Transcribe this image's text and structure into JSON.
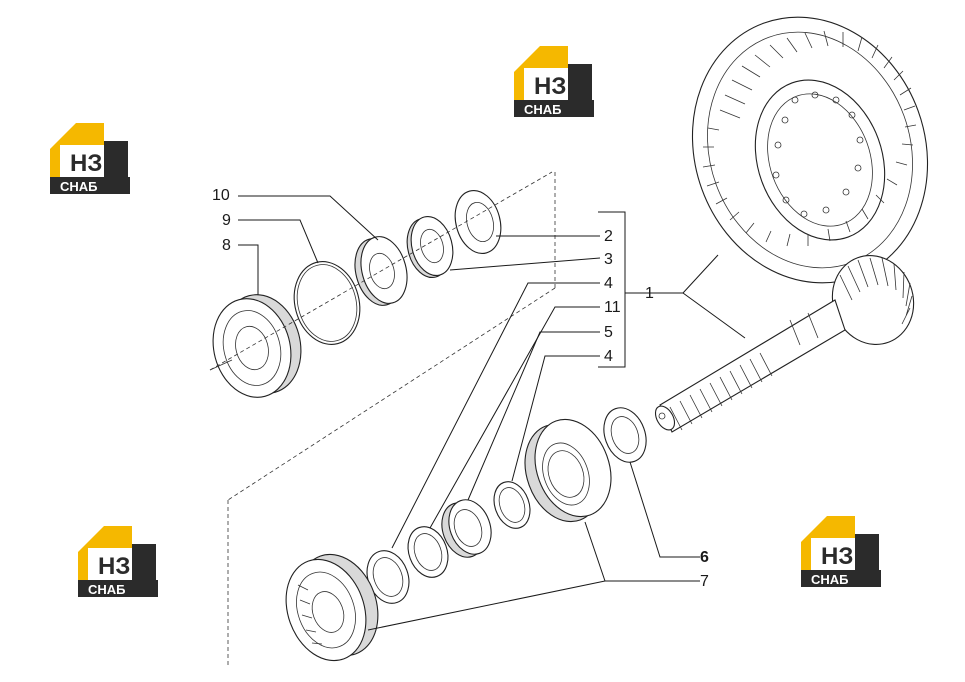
{
  "callouts": {
    "c1": "1",
    "c2": "2",
    "c3": "3",
    "c4a": "4",
    "c4b": "4",
    "c5": "5",
    "c6": "6",
    "c7": "7",
    "c8": "8",
    "c9": "9",
    "c10": "10",
    "c11": "11"
  },
  "watermark": {
    "top_text": "НЗ",
    "bottom_text": "СНАБ"
  },
  "colors": {
    "logo_yellow": "#f5b800",
    "logo_dark": "#2b2b2b",
    "line": "#1a1a1a"
  }
}
